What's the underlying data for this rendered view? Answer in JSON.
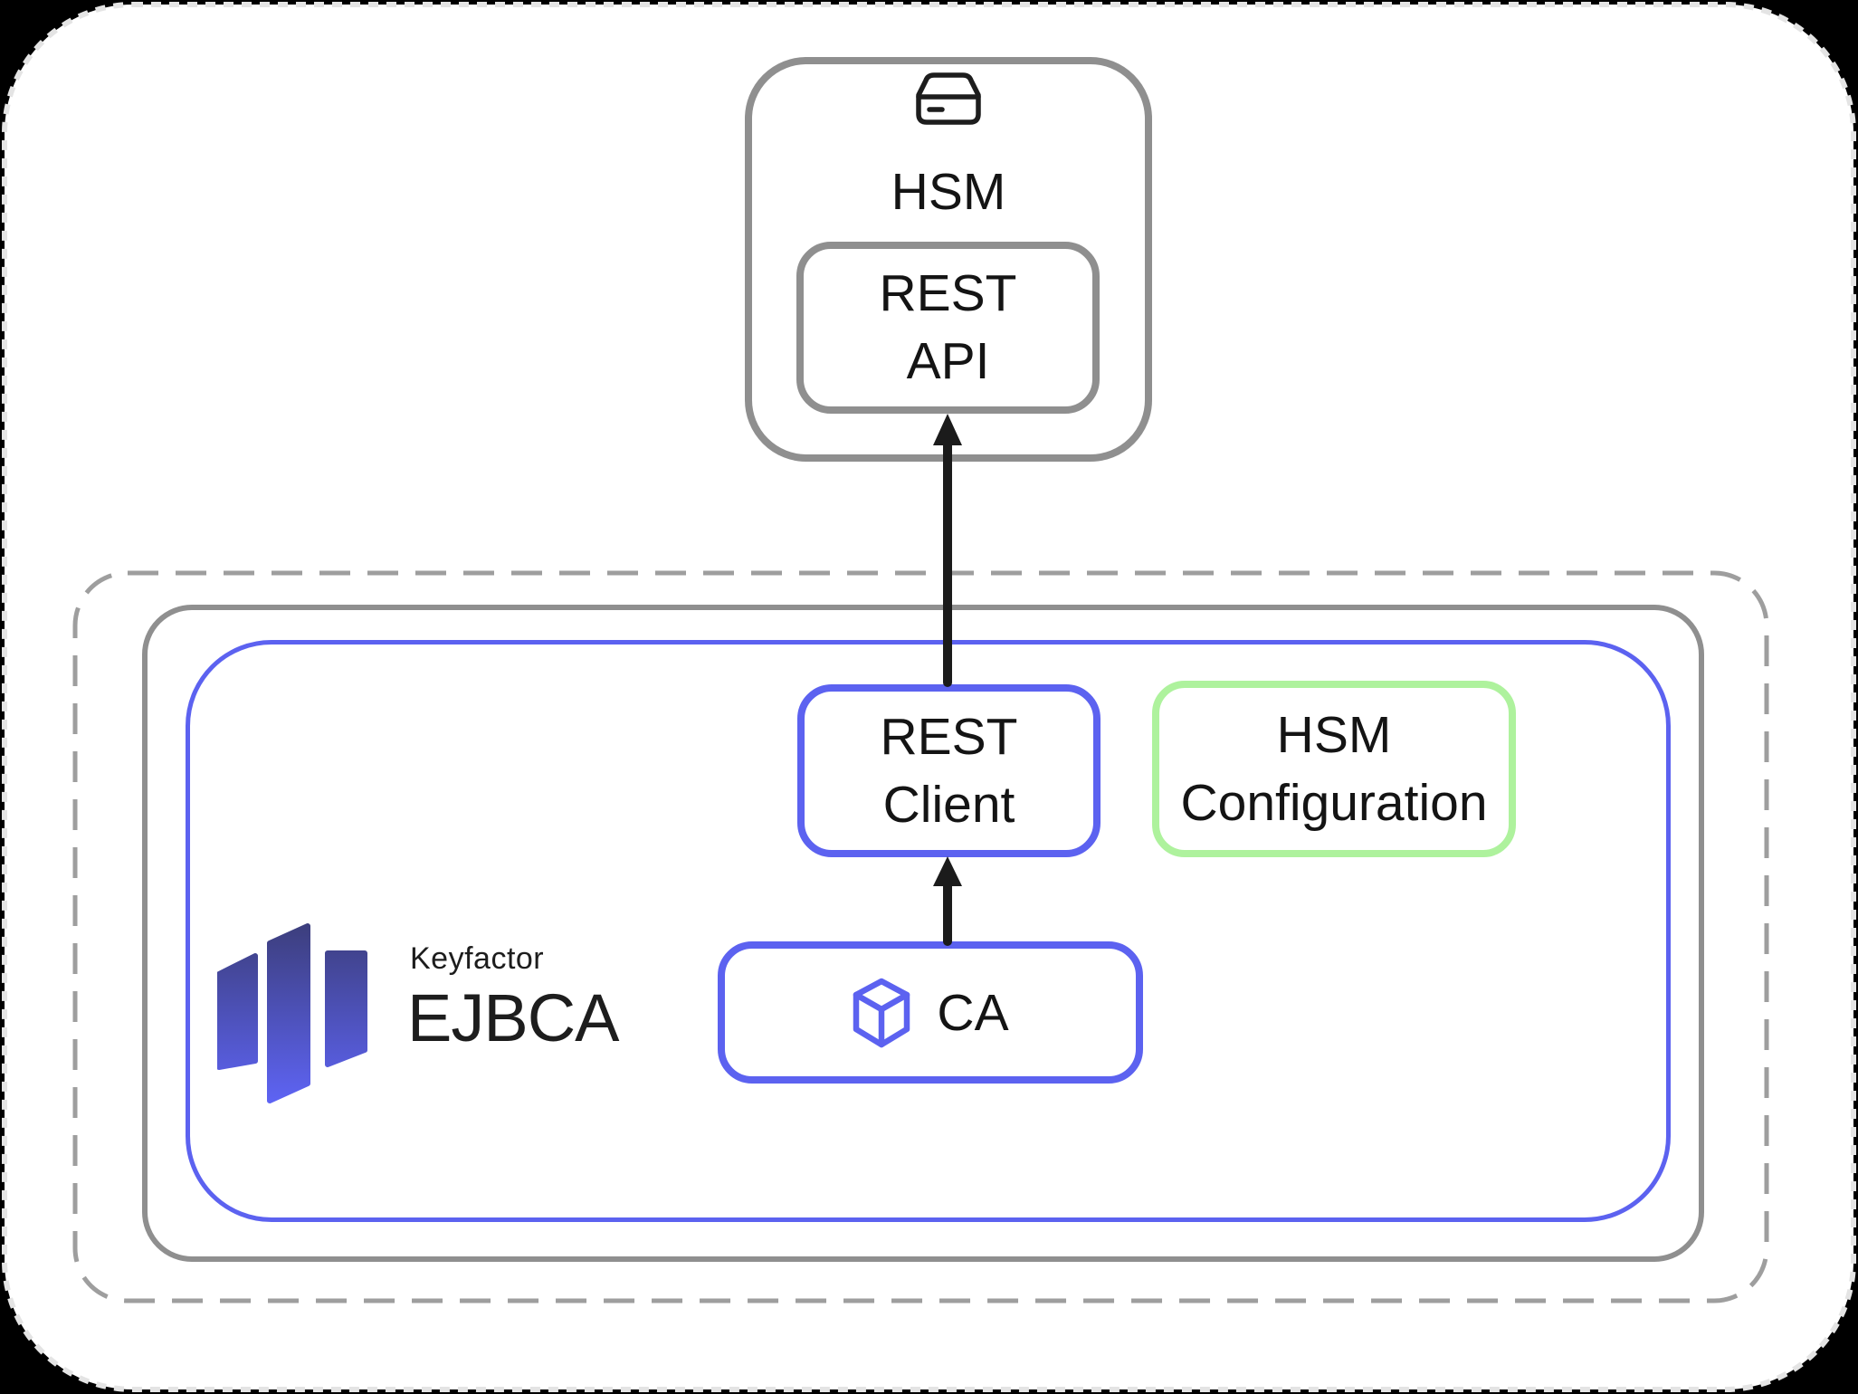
{
  "colors": {
    "background": "#000000",
    "card_edge": "#e4e4e4",
    "box_gray": "#8f8f8f",
    "dashed_gray": "#9e9e9e",
    "accent_blue": "#5c62f0",
    "accent_green": "#aef29d",
    "arrow_black": "#1b1b1b",
    "text_black": "#141414",
    "logo_gradient_top": "#3c3e7c",
    "logo_gradient_bottom": "#5e64f5"
  },
  "nodes": {
    "hsm": {
      "label": "HSM"
    },
    "hsm_rest_api": {
      "line1": "REST",
      "line2": "API"
    },
    "rest_client": {
      "line1": "REST",
      "line2": "Client"
    },
    "hsm_configuration": {
      "line1": "HSM",
      "line2": "Configuration"
    },
    "ca": {
      "label": "CA"
    }
  },
  "logo": {
    "brand": "Keyfactor",
    "product": "EJBCA"
  },
  "icons": {
    "hsm_icon": "storage-device-icon",
    "ca_icon": "cube-icon"
  }
}
